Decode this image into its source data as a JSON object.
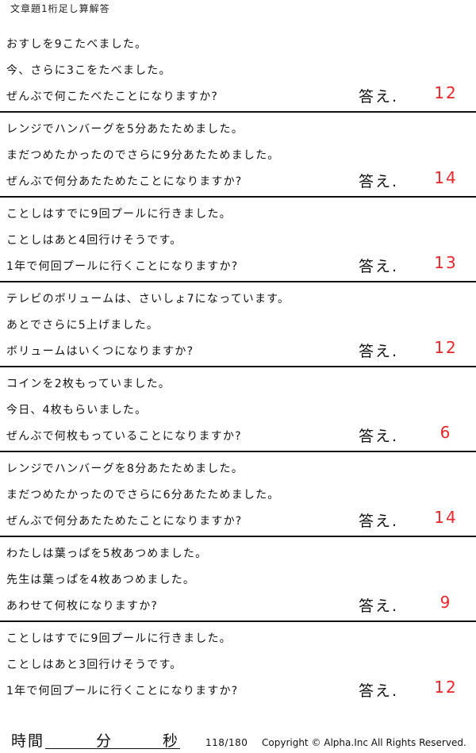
{
  "header": {
    "title": "文章題1桁足し算解答"
  },
  "answer_label": "答え.",
  "problems": [
    {
      "lines": [
        "おすしを9こたべました。",
        "今、さらに3こをたべました。",
        "ぜんぶで何こたべたことになりますか?"
      ],
      "answer": "12"
    },
    {
      "lines": [
        "レンジでハンバーグを5分あたためました。",
        "まだつめたかったのでさらに9分あたためました。",
        "ぜんぶで何分あたためたことになりますか?"
      ],
      "answer": "14"
    },
    {
      "lines": [
        "ことしはすでに9回プールに行きました。",
        "ことしはあと4回行けそうです。",
        "1年で何回プールに行くことになりますか?"
      ],
      "answer": "13"
    },
    {
      "lines": [
        "テレビのボリュームは、さいしょ7になっています。",
        "あとでさらに5上げました。",
        "ボリュームはいくつになりますか?"
      ],
      "answer": "12"
    },
    {
      "lines": [
        "コインを2枚もっていました。",
        "今日、4枚もらいました。",
        "ぜんぶで何枚もっていることになりますか?"
      ],
      "answer": "6"
    },
    {
      "lines": [
        "レンジでハンバーグを8分あたためました。",
        "まだつめたかったのでさらに6分あたためました。",
        "ぜんぶで何分あたためたことになりますか?"
      ],
      "answer": "14"
    },
    {
      "lines": [
        "わたしは葉っぱを5枚あつめました。",
        "先生は葉っぱを4枚あつめました。",
        "あわせて何枚になりますか?"
      ],
      "answer": "9"
    },
    {
      "lines": [
        "ことしはすでに9回プールに行きました。",
        "ことしはあと3回行けそうです。",
        "1年で何回プールに行くことになりますか?"
      ],
      "answer": "12"
    }
  ],
  "footer": {
    "time_label": "時間",
    "minutes_label": "分",
    "seconds_label": "秒",
    "page_counter": "118/180",
    "copyright": "Copyright © Alpha.Inc All Rights Reserved."
  },
  "colors": {
    "answer": "#e8262a",
    "text": "#111111"
  }
}
